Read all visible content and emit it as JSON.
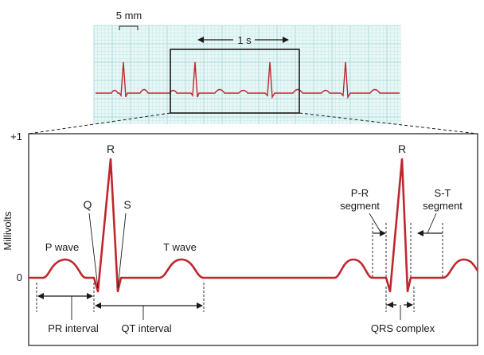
{
  "strip": {
    "scale_label": "5 mm",
    "time_label": "1 s"
  },
  "axis": {
    "ylabel": "Millivolts",
    "top_tick": "+1",
    "zero_tick": "0"
  },
  "waves": {
    "p_wave": "P wave",
    "t_wave": "T wave",
    "q_label": "Q",
    "r_label_1": "R",
    "s_label": "S",
    "r_label_2": "R",
    "pr_segment_line1": "P-R",
    "pr_segment_line2": "segment",
    "st_segment_line1": "S-T",
    "st_segment_line2": "segment"
  },
  "intervals": {
    "pr_interval": "PR interval",
    "qt_interval": "QT interval",
    "qrs_complex": "QRS complex"
  },
  "colors": {
    "trace": "#c0272d",
    "grid_bg": "#e9f7f7",
    "grid_line": "#bfe6e6",
    "ink": "#1a1a1a"
  }
}
